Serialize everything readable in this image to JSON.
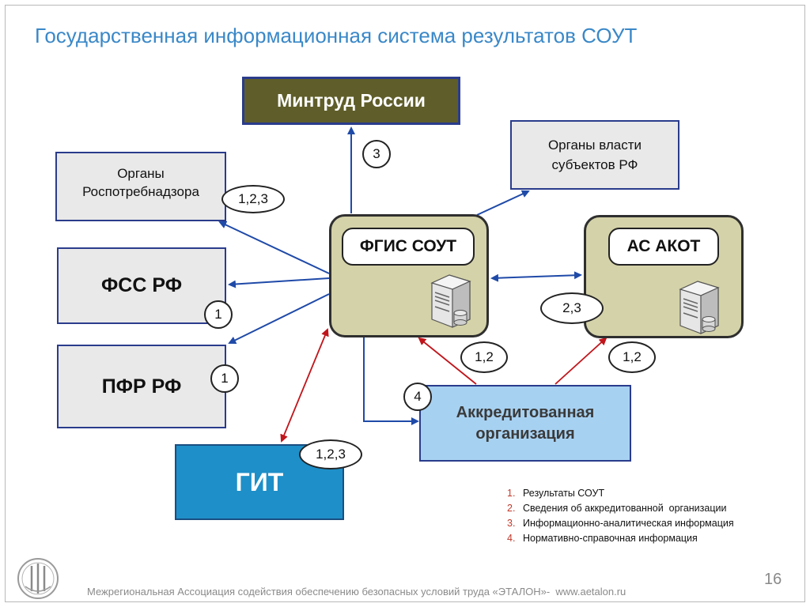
{
  "title": "Государственная информационная система результатов СОУТ",
  "nodes": {
    "mintrud": "Минтруд России",
    "rospotreb_line1": "Органы",
    "rospotreb_line2": "Роспотребнадзора",
    "organs_line1": "Органы власти",
    "organs_line2": "субъектов РФ",
    "fss": "ФСС РФ",
    "pfr": "ПФР РФ",
    "fgis": "ФГИС СОУТ",
    "akot": "АС АКОТ",
    "git": "ГИТ",
    "accr_line1": "Аккредитованная",
    "accr_line2": "организация"
  },
  "badges": {
    "mintrud": "3",
    "rospotreb": "1,2,3",
    "fss": "1",
    "pfr": "1",
    "akot_link": "2,3",
    "fgis_accr": "1,2",
    "akot_accr": "1,2",
    "accr": "4",
    "git": "1,2,3"
  },
  "legend": [
    {
      "num": "1.",
      "text": "Результаты СОУТ"
    },
    {
      "num": "2.",
      "text": "Сведения об аккредитованной  организации"
    },
    {
      "num": "3.",
      "text": "Информационно-аналитическая информация"
    },
    {
      "num": "4.",
      "text": "Нормативно-справочная информация"
    }
  ],
  "footer": "Межрегиональная Ассоциация содействия обеспечению безопасных условий труда «ЭТАЛОН»-  www.aetalon.ru",
  "page_number": "16",
  "colors": {
    "title": "#3a88c8",
    "blue_arrow": "#1f4aa8",
    "red_arrow": "#c0151b",
    "mintrud_fill": "#5f5e2a",
    "git_fill": "#1e8fc8",
    "accr_fill": "#a7d1f1",
    "server_box_fill": "#d4d2a8"
  }
}
